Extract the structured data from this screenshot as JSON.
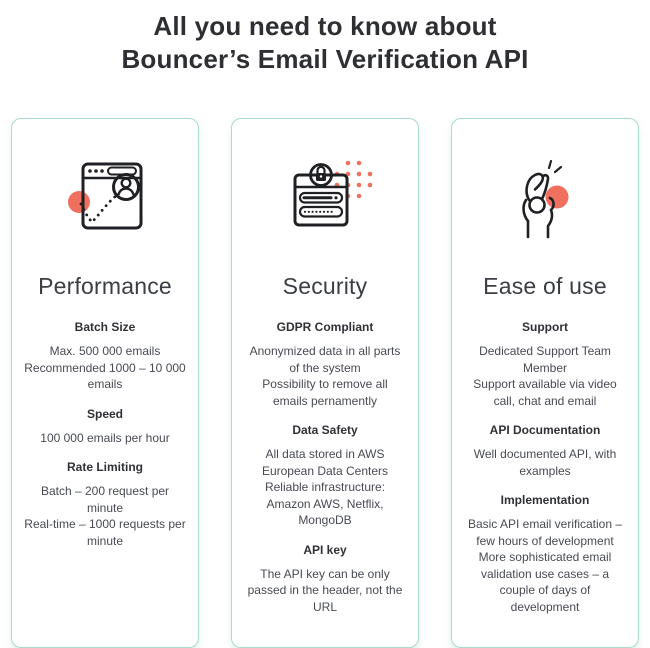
{
  "page": {
    "title_lines": [
      "All you need to know about",
      "Bouncer’s Email Verification API"
    ]
  },
  "colors": {
    "accent_coral": "#F0705F",
    "card_border": "#AADCC6",
    "heading_ink": "#2D2F33",
    "body_text": "#474B52"
  },
  "cards": [
    {
      "icon": "browser-bounce-user-icon",
      "title": "Performance",
      "sections": [
        {
          "heading": "Batch Size",
          "lines": [
            "Max. 500 000 emails",
            "Recommended 1000 – 10 000",
            "emails"
          ]
        },
        {
          "heading": "Speed",
          "lines": [
            "100 000 emails per hour"
          ]
        },
        {
          "heading": "Rate Limiting",
          "lines": [
            "Batch – 200 request per",
            "minute",
            "Real-time – 1000 requests per",
            "minute"
          ]
        }
      ]
    },
    {
      "icon": "login-form-lock-icon",
      "title": "Security",
      "sections": [
        {
          "heading": "GDPR Compliant",
          "lines": [
            "Anonymized data in all parts",
            "of the system",
            "Possibility to remove all",
            "emails pernamently"
          ]
        },
        {
          "heading": "Data Safety",
          "lines": [
            "All data stored in AWS",
            "European Data Centers",
            "Reliable infrastructure:",
            "Amazon AWS, Netflix,",
            "MongoDB"
          ]
        },
        {
          "heading": "API key",
          "lines": [
            "The API key can be only",
            "passed in the header, not the",
            "URL"
          ]
        }
      ]
    },
    {
      "icon": "snap-fingers-icon",
      "title": "Ease of use",
      "sections": [
        {
          "heading": "Support",
          "lines": [
            "Dedicated Support Team",
            "Member",
            "Support available via video",
            "call, chat and email"
          ]
        },
        {
          "heading": "API Documentation",
          "lines": [
            "Well documented API, with",
            "examples"
          ]
        },
        {
          "heading": "Implementation",
          "lines": [
            "Basic API email verification –",
            "few hours of development",
            "More sophisticated email",
            "validation use cases – a",
            "couple of days of",
            "development"
          ]
        }
      ]
    }
  ]
}
